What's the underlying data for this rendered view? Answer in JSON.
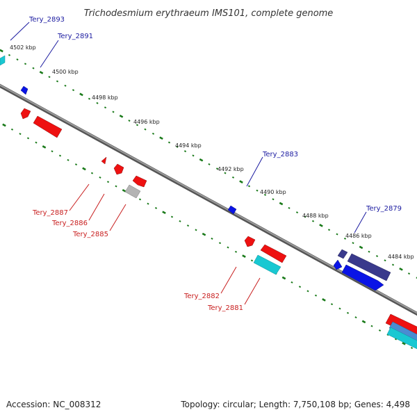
{
  "title": "Trichodesmium erythraeum IMS101, complete genome",
  "accession": "Accession: NC_008312",
  "summary": "Topology: circular; Length: 7,750,108 bp; Genes: 4,498",
  "kbp_labels": [
    "4502 kbp",
    "4500 kbp",
    "4498 kbp",
    "4496 kbp",
    "4494 kbp",
    "4492 kbp",
    "4490 kbp",
    "4488 kbp",
    "4486 kbp",
    "4484 kbp"
  ],
  "gene_labels": {
    "top": [
      "Tery_2893",
      "Tery_2891",
      "Tery_2883",
      "Tery_2879"
    ],
    "bottom": [
      "Tery_2887",
      "Tery_2886",
      "Tery_2885",
      "Tery_2882",
      "Tery_2881"
    ]
  },
  "colors": {
    "backbone": "#777777",
    "tick": "#1a7a1a",
    "red": "#ee1111",
    "blue": "#0a14e6",
    "navy": "#3a3a8c",
    "cyan": "#19c8d2",
    "grey": "#b4b4b4",
    "top_label": "#1a1aa0",
    "bottom_label": "#c81e1e"
  }
}
